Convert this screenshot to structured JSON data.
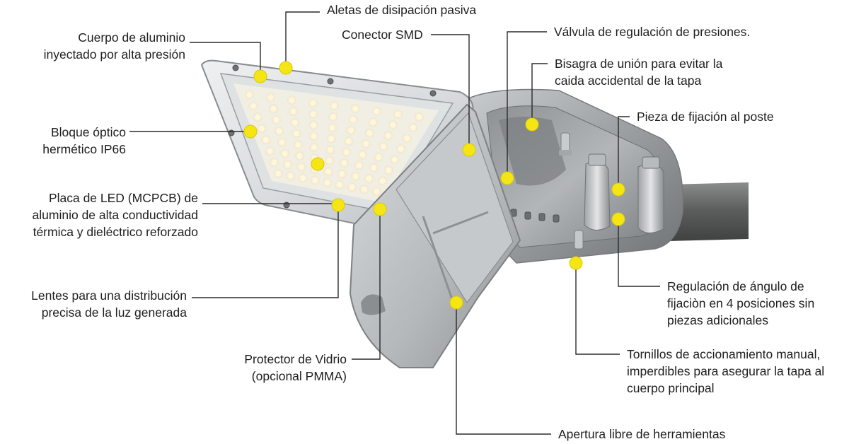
{
  "colors": {
    "callout_dot": "#f5e613",
    "leader_line": "#2a2a2a",
    "housing_metal": "#a9acae",
    "led_glow": "#fff6dc",
    "pole": "#5f6260"
  },
  "labels": {
    "aletas": [
      "Aletas de disipación pasiva"
    ],
    "cuerpo": [
      "Cuerpo de aluminio",
      "inyectado por alta presión"
    ],
    "conector": [
      "Conector SMD"
    ],
    "valvula": [
      "Válvula de regulación de presiones."
    ],
    "bisagra": [
      "Bisagra de unión para evitar la",
      "caida accidental de la tapa"
    ],
    "pieza": [
      "Pieza de fijación al poste"
    ],
    "bloque": [
      "Bloque óptico",
      "hermético IP66"
    ],
    "placa": [
      "Placa de LED (MCPCB) de",
      "aluminio de alta conductividad",
      "térmica y dieléctrico reforzado"
    ],
    "lentes": [
      "Lentes para una distribución",
      "precisa de la luz generada"
    ],
    "protector": [
      "Protector de Vidrio",
      "(opcional PMMA)"
    ],
    "regulacion": [
      "Regulación de ángulo de",
      "fijaciòn en 4 posiciones sin",
      "piezas adicionales"
    ],
    "tornillos": [
      "Tornillos de accionamiento manual,",
      "imperdibles para asegurar la tapa al",
      "cuerpo principal"
    ],
    "apertura": [
      "Apertura libre de herramientas"
    ]
  }
}
